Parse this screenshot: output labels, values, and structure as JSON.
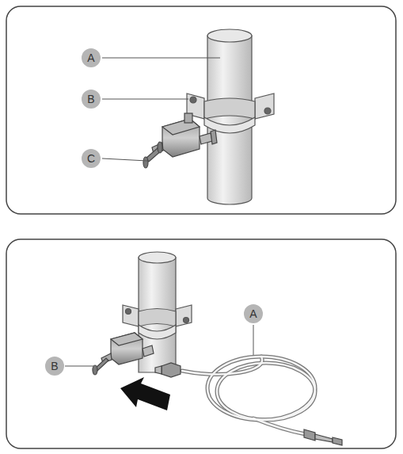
{
  "diagram": {
    "labels": [
      "A",
      "B",
      "C",
      "A",
      "B"
    ]
  }
}
